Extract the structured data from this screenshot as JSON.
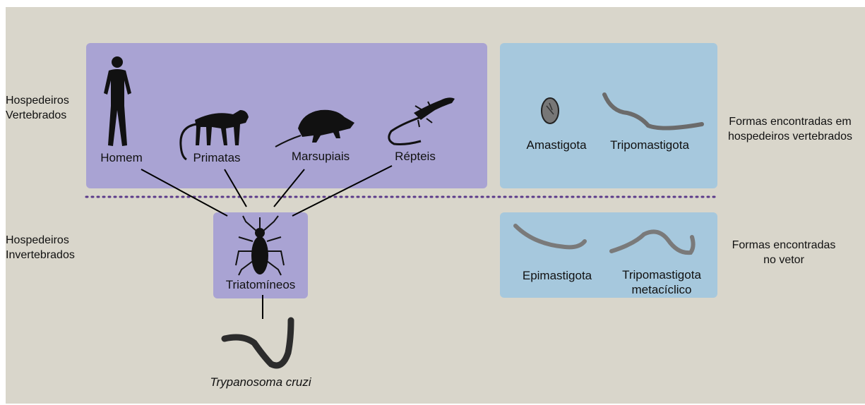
{
  "side_labels": {
    "vertebrate_hosts": [
      "Hospedeiros",
      "Vertebrados"
    ],
    "invertebrate_hosts": [
      "Hospedeiros",
      "Invertebrados"
    ],
    "forms_vertebrate": [
      "Formas encontradas em",
      "hospedeiros vertebrados"
    ],
    "forms_vector": [
      "Formas encontradas",
      "no vetor"
    ]
  },
  "vertebrate_hosts": {
    "homem": "Homem",
    "primatas": "Primatas",
    "marsupiais": "Marsupiais",
    "repteis": "Répteis"
  },
  "vector": {
    "label": "Triatomíneos"
  },
  "parasite": {
    "label": "Trypanosoma cruzi"
  },
  "forms_vertebrate": {
    "amastigota": "Amastigota",
    "tripomastigota": "Tripomastigota"
  },
  "forms_vector": {
    "epimastigota": "Epimastigota",
    "tripomastigota_meta": [
      "Tripomastigota",
      "metacíclico"
    ]
  },
  "colors": {
    "background": "#d9d6cb",
    "host_box": "#a9a3d3",
    "forms_box": "#a6c8dd",
    "divider": "#5b3a8a",
    "silhouette": "#111111"
  }
}
